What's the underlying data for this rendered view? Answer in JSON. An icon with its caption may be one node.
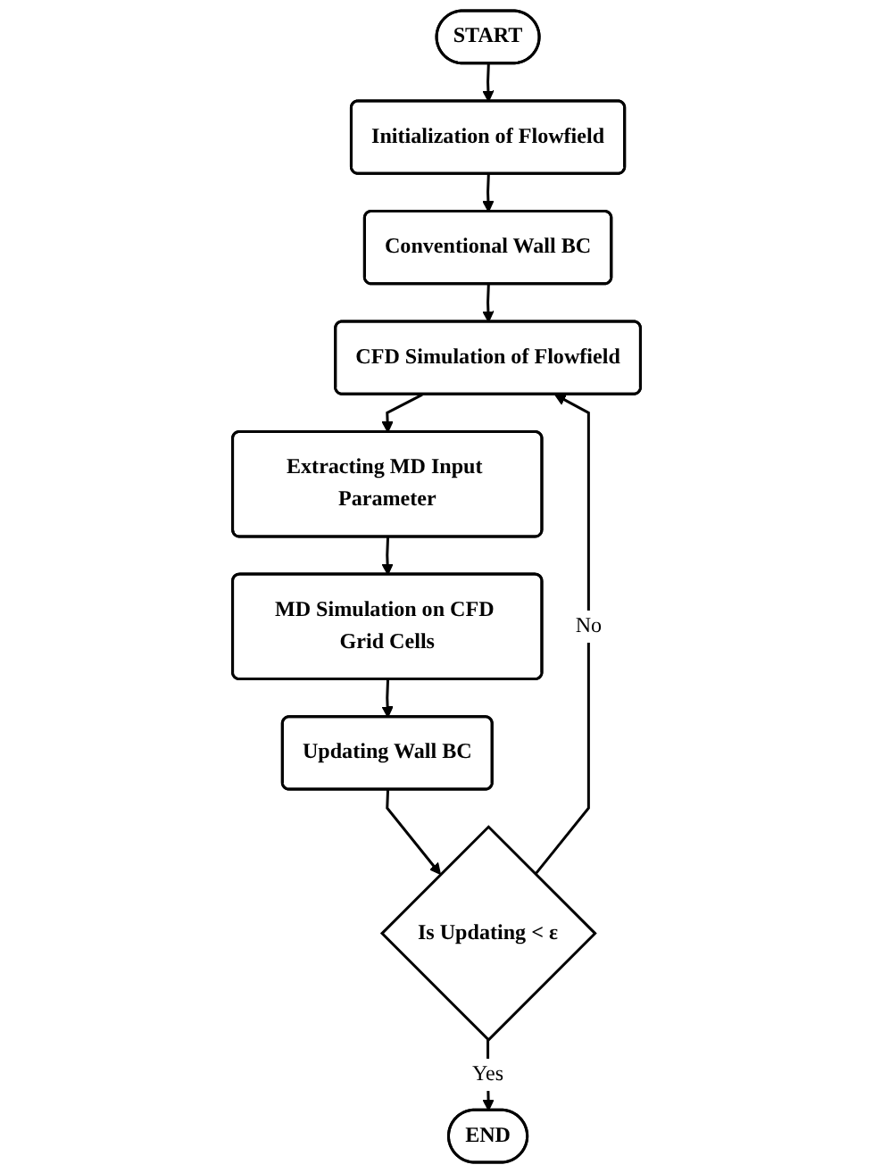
{
  "diagram": {
    "nodes": [
      {
        "text": [
          "START"
        ]
      },
      {
        "text": [
          "Initialization of Flowfield"
        ]
      },
      {
        "text": [
          "Conventional Wall BC"
        ]
      },
      {
        "text": [
          "CFD Simulation of Flowfield"
        ]
      },
      {
        "text": [
          "Extracting MD Input Parameter"
        ]
      },
      {
        "text": [
          "MD Simulation on CFD Grid Cells"
        ]
      },
      {
        "text": [
          "Updating Wall BC"
        ]
      },
      {
        "text": [
          "Is Updating < ε"
        ]
      },
      {
        "text": [
          "END"
        ]
      }
    ],
    "edges": [
      {
        "from": 0,
        "to": 1,
        "arrow": "to"
      },
      {
        "from": 1,
        "to": 2,
        "arrow": "to"
      },
      {
        "from": 2,
        "to": 3,
        "arrow": "to"
      },
      {
        "from": 3,
        "to": 4,
        "arrow": "to"
      },
      {
        "from": 4,
        "to": 5,
        "arrow": "to"
      },
      {
        "from": 5,
        "to": 6,
        "arrow": "to"
      },
      {
        "from": 6,
        "to": 7,
        "arrow": "to"
      },
      {
        "from": 7,
        "to": 3,
        "label": "No",
        "arrow": "to"
      },
      {
        "from": 7,
        "to": 8,
        "label": "Yes",
        "arrow": "to"
      }
    ]
  }
}
